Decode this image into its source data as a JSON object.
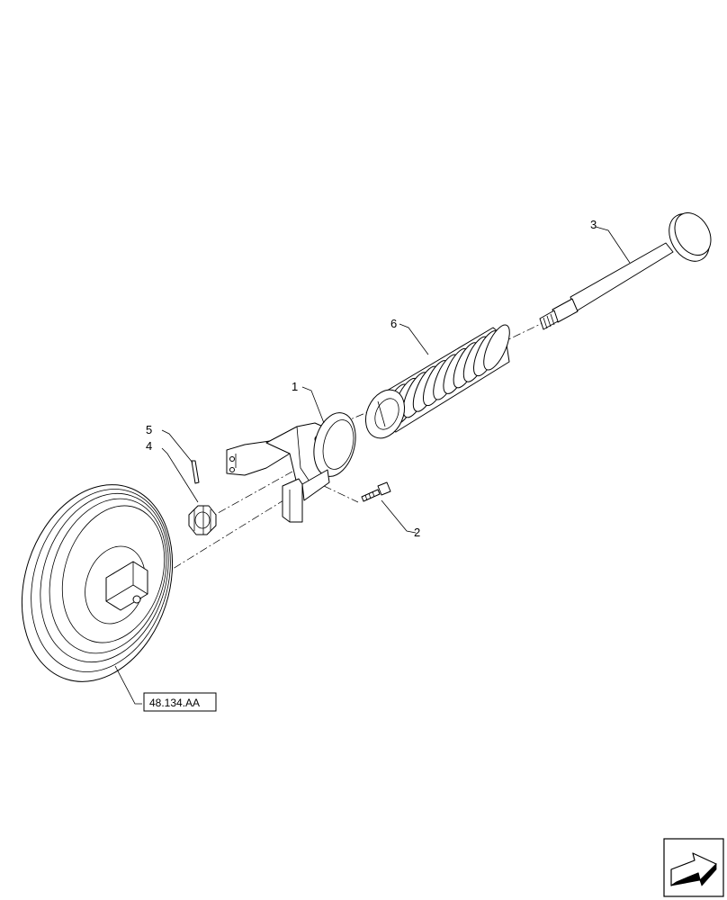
{
  "callouts": {
    "item_1": "1",
    "item_2": "2",
    "item_3": "3",
    "item_4": "4",
    "item_5": "5",
    "item_6": "6"
  },
  "reference": {
    "label": "48.134.AA"
  },
  "icons": {
    "nav": "next-page-arrow-icon"
  }
}
